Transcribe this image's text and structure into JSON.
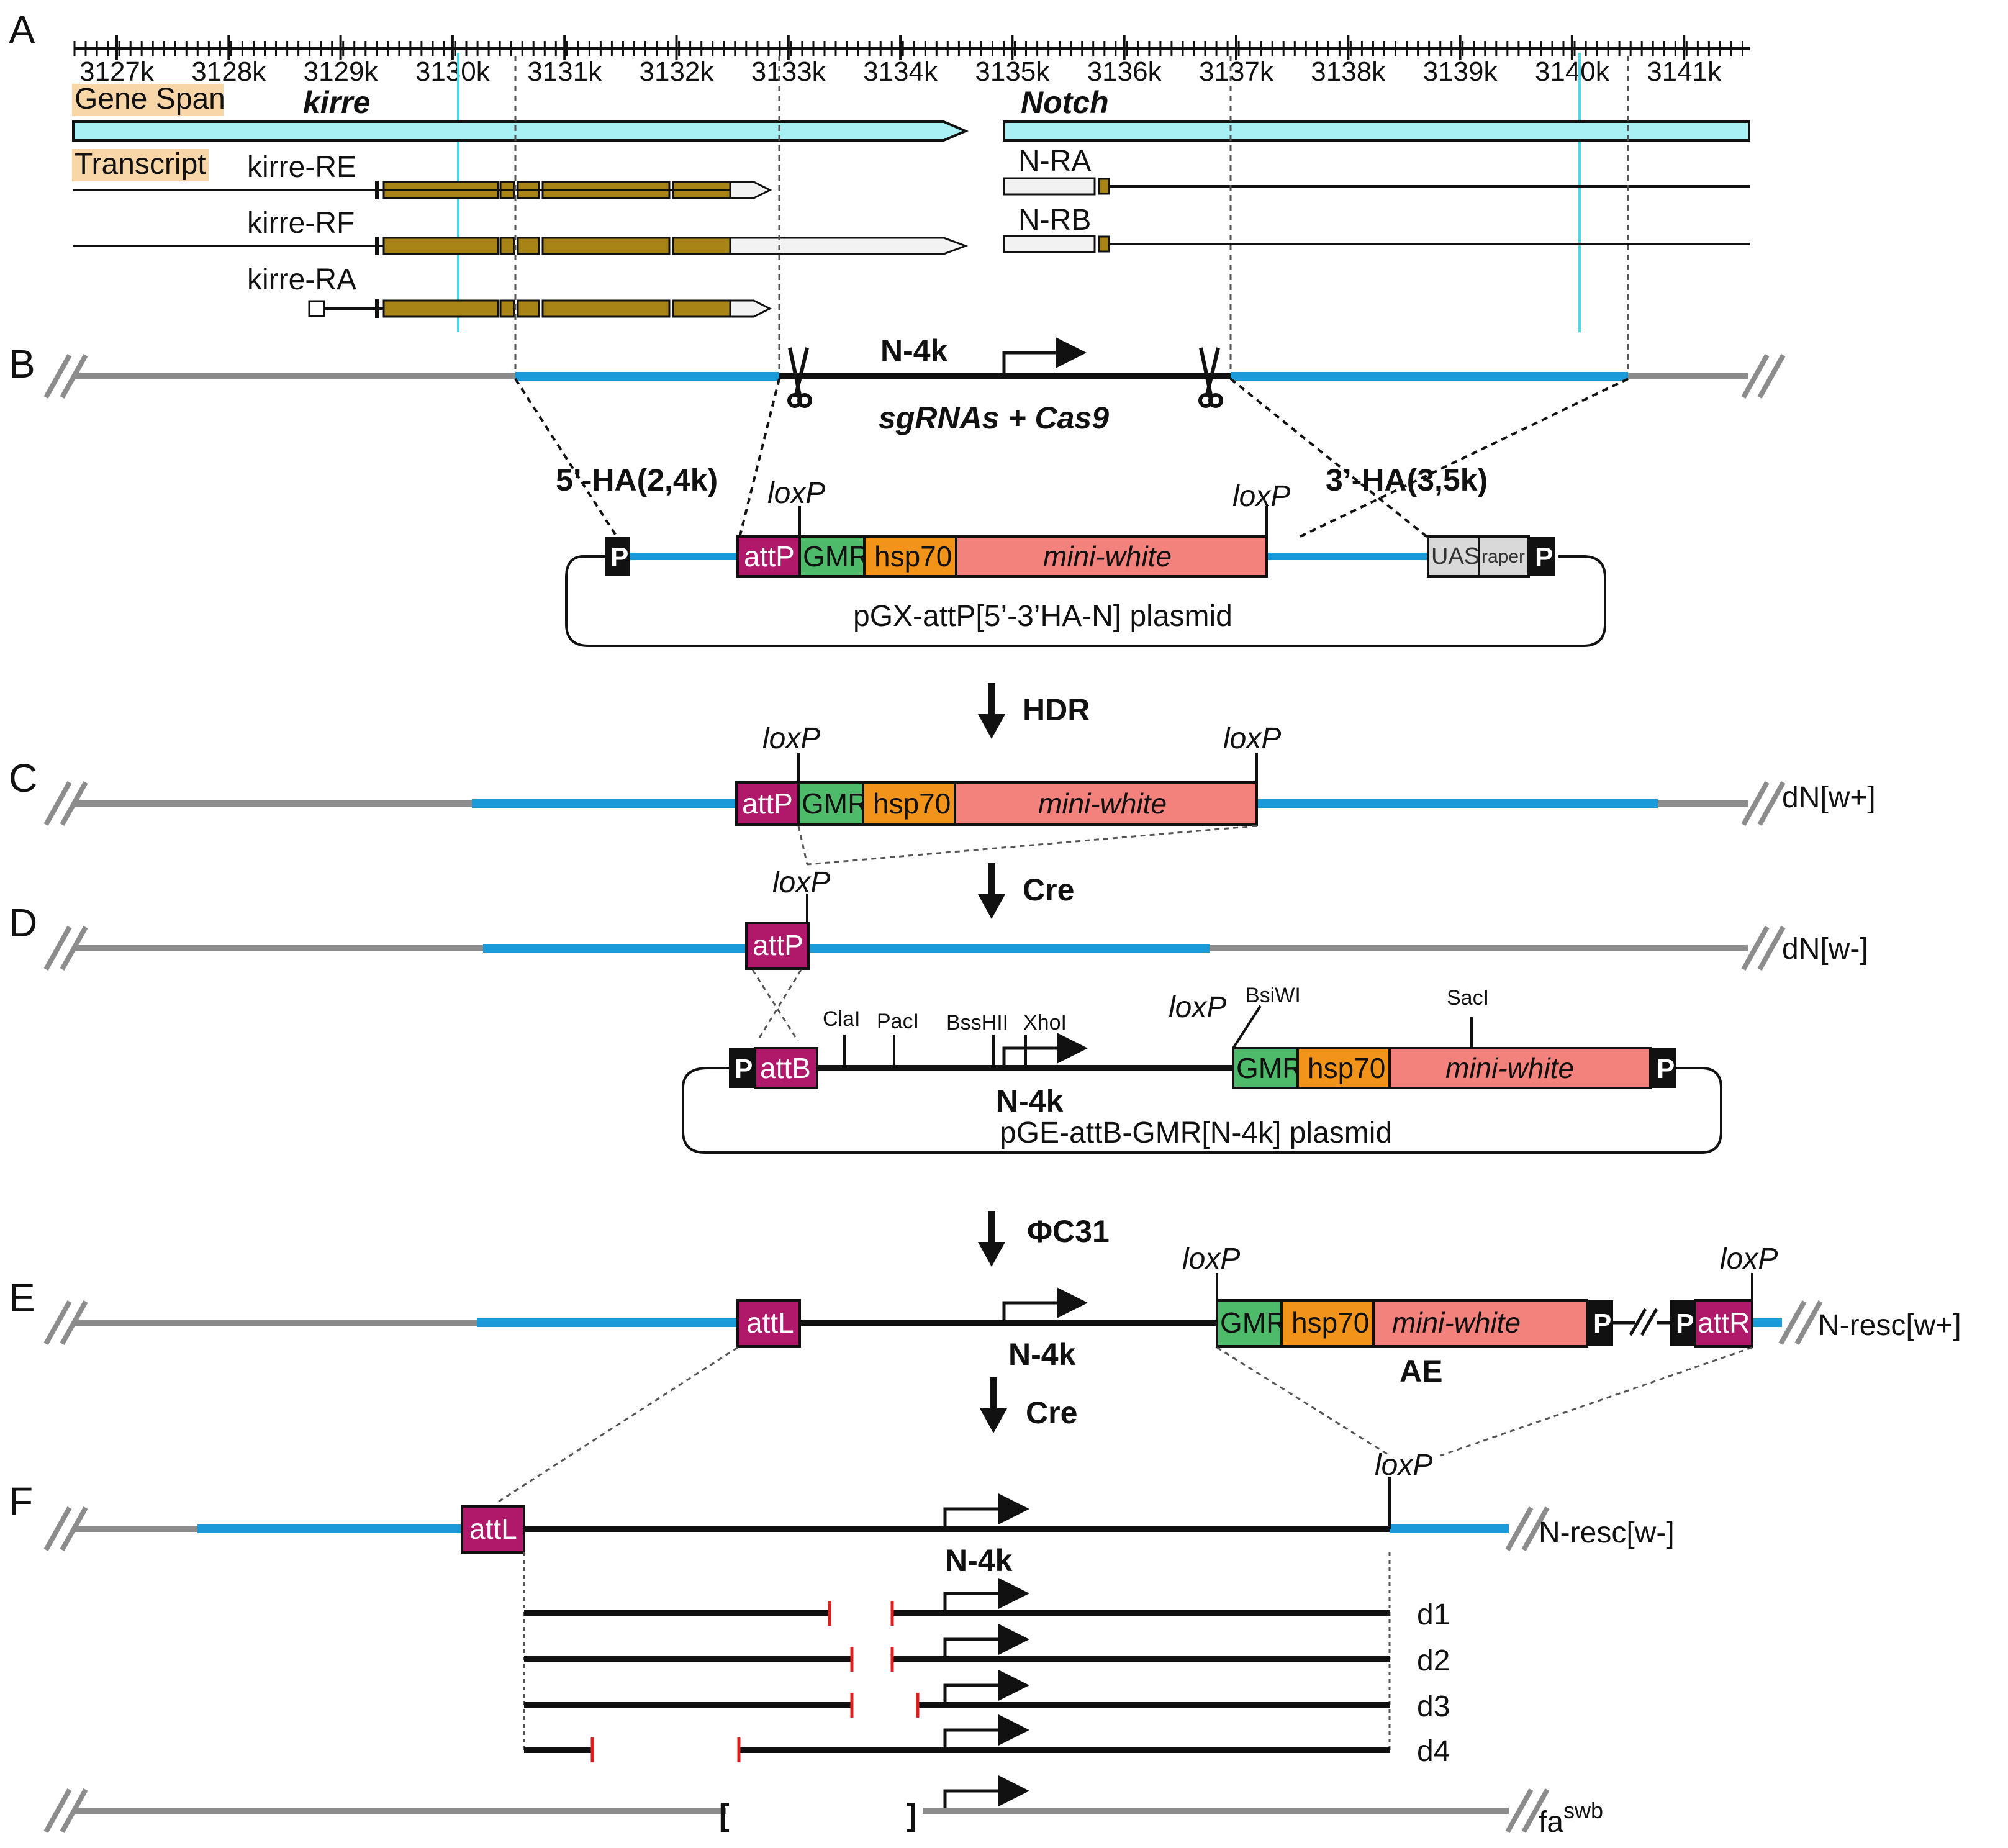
{
  "panels": {
    "a": "A",
    "b": "B",
    "c": "C",
    "d": "D",
    "e": "E",
    "f": "F"
  },
  "ruler": {
    "ticks": [
      "3127k",
      "3128k",
      "3129k",
      "3130k",
      "3131k",
      "3132k",
      "3133k",
      "3134k",
      "3135k",
      "3136k",
      "3137k",
      "3138k",
      "3139k",
      "3140k",
      "3141k"
    ]
  },
  "panel_a": {
    "gene_span": "Gene Span",
    "transcript": "Transcript",
    "kirre": "kirre",
    "notch": "Notch",
    "kirre_re": "kirre-RE",
    "kirre_rf": "kirre-RF",
    "kirre_ra": "kirre-RA",
    "n_ra": "N-RA",
    "n_rb": "N-RB"
  },
  "panel_b": {
    "n4k": "N-4k",
    "sgrnas": "sgRNAs + Cas9",
    "ha5": "5’-HA(2,4k)",
    "ha3": "3’-HA(3,5k)",
    "loxp": "loxP",
    "p": "P",
    "attp": "attP",
    "gmr": "GMR",
    "hsp70": "hsp70",
    "mini_white": "mini-white",
    "uas": "UAS",
    "raper": "raper",
    "plasmid": "pGX-attP[5’-3’HA-N] plasmid"
  },
  "arrows": {
    "hdr": "HDR",
    "cre1": "Cre",
    "phic31": "ΦC31",
    "cre2": "Cre"
  },
  "panel_c": {
    "loxp": "loxP",
    "attp": "attP",
    "gmr": "GMR",
    "hsp70": "hsp70",
    "mini_white": "mini-white",
    "label": "dN[w+]"
  },
  "panel_d": {
    "loxp": "loxP",
    "attp": "attP",
    "label": "dN[w-]",
    "p": "P",
    "attb": "attB",
    "clai": "ClaI",
    "paci": "PacI",
    "bsshii": "BssHII",
    "xhoi": "XhoI",
    "loxp2": "loxP",
    "bsiwi": "BsiWI",
    "saci": "SacI",
    "gmr": "GMR",
    "hsp70": "hsp70",
    "mini_white": "mini-white",
    "n4k": "N-4k",
    "plasmid": "pGE-attB-GMR[N-4k] plasmid"
  },
  "panel_e": {
    "attl": "attL",
    "n4k": "N-4k",
    "loxp1": "loxP",
    "loxp2": "loxP",
    "gmr": "GMR",
    "hsp70": "hsp70",
    "mini_white": "mini-white",
    "p": "P",
    "attr": "attR",
    "ae": "AE",
    "label": "N-resc[w+]"
  },
  "panel_f": {
    "loxp": "loxP",
    "attl": "attL",
    "n4k": "N-4k",
    "label": "N-resc[w-]",
    "d1": "d1",
    "d2": "d2",
    "d3": "d3",
    "d4": "d4",
    "fa": "fa",
    "fa_sup": "swb",
    "bracket_open": "[",
    "bracket_close": "]"
  },
  "colors": {
    "blue": "#1a9ad9",
    "cyan_fill": "#a8f0f4",
    "gray_line": "#8c8c8c",
    "magenta": "#b0196a",
    "green": "#4dbb6a",
    "orange": "#f29419",
    "salmon": "#f4827c",
    "olive": "#a78415",
    "red": "#e02020"
  }
}
